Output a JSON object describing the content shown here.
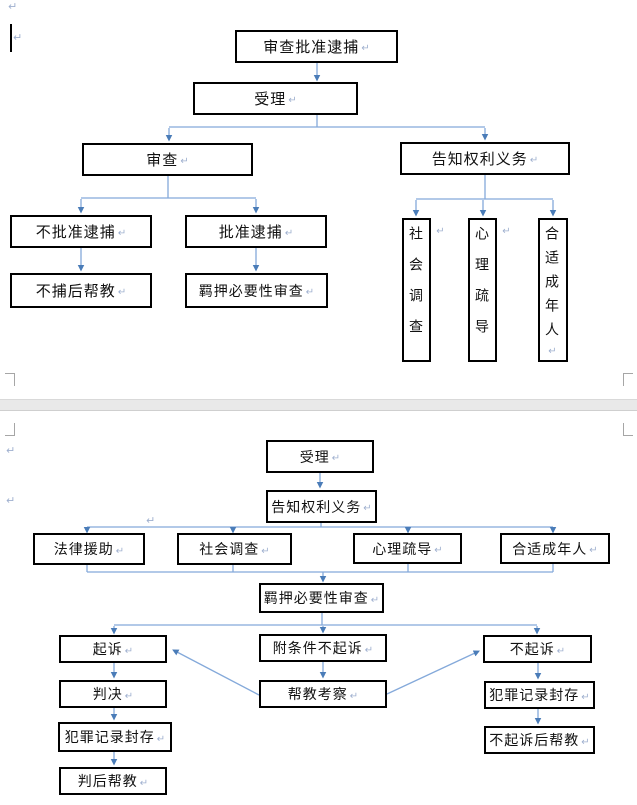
{
  "meta": {
    "pilcrow": "↵",
    "colors": {
      "connector_line": "#84a9da",
      "arrowhead": "#4a7cb8",
      "node_border": "#000000",
      "page_divider": "#e9e9e9",
      "formatting_mark": "#9fb0cf"
    }
  },
  "chart1": {
    "type": "flowchart",
    "nodes": {
      "shencha_pizhun_daibu": {
        "label": "审查批准逮捕"
      },
      "shouli": {
        "label": "受理"
      },
      "shencha": {
        "label": "审查"
      },
      "gaozhi_quanli_yiwu": {
        "label": "告知权利义务"
      },
      "bu_pizhun_daibu": {
        "label": "不批准逮捕"
      },
      "pizhun_daibu": {
        "label": "批准逮捕"
      },
      "bubu_hou_bangjiao": {
        "label": "不捕后帮教"
      },
      "jiya_biyaoxing_shencha": {
        "label": "羁押必要性审查"
      },
      "shehui_diaocha": {
        "label": "社会调查"
      },
      "xinli_shudao": {
        "label": "心理疏导"
      },
      "heshi_chengnianren": {
        "label": "合适成年人"
      }
    },
    "edges": [
      [
        "审查批准逮捕",
        "受理"
      ],
      [
        "受理",
        "审查"
      ],
      [
        "受理",
        "告知权利义务"
      ],
      [
        "审查",
        "不批准逮捕"
      ],
      [
        "审查",
        "批准逮捕"
      ],
      [
        "不批准逮捕",
        "不捕后帮教"
      ],
      [
        "批准逮捕",
        "羁押必要性审查"
      ],
      [
        "告知权利义务",
        "社会调查"
      ],
      [
        "告知权利义务",
        "心理疏导"
      ],
      [
        "告知权利义务",
        "合适成年人"
      ]
    ]
  },
  "chart2": {
    "type": "flowchart",
    "nodes": {
      "shouli": {
        "label": "受理"
      },
      "gaozhi_quanli_yiwu": {
        "label": "告知权利义务"
      },
      "falv_yuanzhu": {
        "label": "法律援助"
      },
      "shehui_diaocha": {
        "label": "社会调查"
      },
      "xinli_shudao": {
        "label": "心理疏导"
      },
      "heshi_chengnianren": {
        "label": "合适成年人"
      },
      "jiya_biyaoxing_shencha": {
        "label": "羁押必要性审查"
      },
      "qisu": {
        "label": "起诉"
      },
      "fu_tiaojian_bu_qisu": {
        "label": "附条件不起诉"
      },
      "bu_qisu": {
        "label": "不起诉"
      },
      "panjue": {
        "label": "判决"
      },
      "bangjiao_kaocha": {
        "label": "帮教考察"
      },
      "fanzui_jilu_fengcun_left": {
        "label": "犯罪记录封存"
      },
      "fanzui_jilu_fengcun_right": {
        "label": "犯罪记录封存"
      },
      "bu_qisu_hou_bangjiao": {
        "label": "不起诉后帮教"
      },
      "pan_hou_bangjiao": {
        "label": "判后帮教"
      }
    },
    "edges": [
      [
        "受理",
        "告知权利义务"
      ],
      [
        "告知权利义务",
        "法律援助"
      ],
      [
        "告知权利义务",
        "社会调查"
      ],
      [
        "告知权利义务",
        "心理疏导"
      ],
      [
        "告知权利义务",
        "合适成年人"
      ],
      [
        "法律援助",
        "羁押必要性审查"
      ],
      [
        "社会调查",
        "羁押必要性审查"
      ],
      [
        "心理疏导",
        "羁押必要性审查"
      ],
      [
        "合适成年人",
        "羁押必要性审查"
      ],
      [
        "羁押必要性审查",
        "起诉"
      ],
      [
        "羁押必要性审查",
        "附条件不起诉"
      ],
      [
        "羁押必要性审查",
        "不起诉"
      ],
      [
        "起诉",
        "判决"
      ],
      [
        "判决",
        "犯罪记录封存"
      ],
      [
        "犯罪记录封存",
        "判后帮教"
      ],
      [
        "附条件不起诉",
        "帮教考察"
      ],
      [
        "帮教考察",
        "起诉"
      ],
      [
        "帮教考察",
        "不起诉"
      ],
      [
        "不起诉",
        "犯罪记录封存"
      ],
      [
        "犯罪记录封存",
        "不起诉后帮教"
      ]
    ]
  }
}
